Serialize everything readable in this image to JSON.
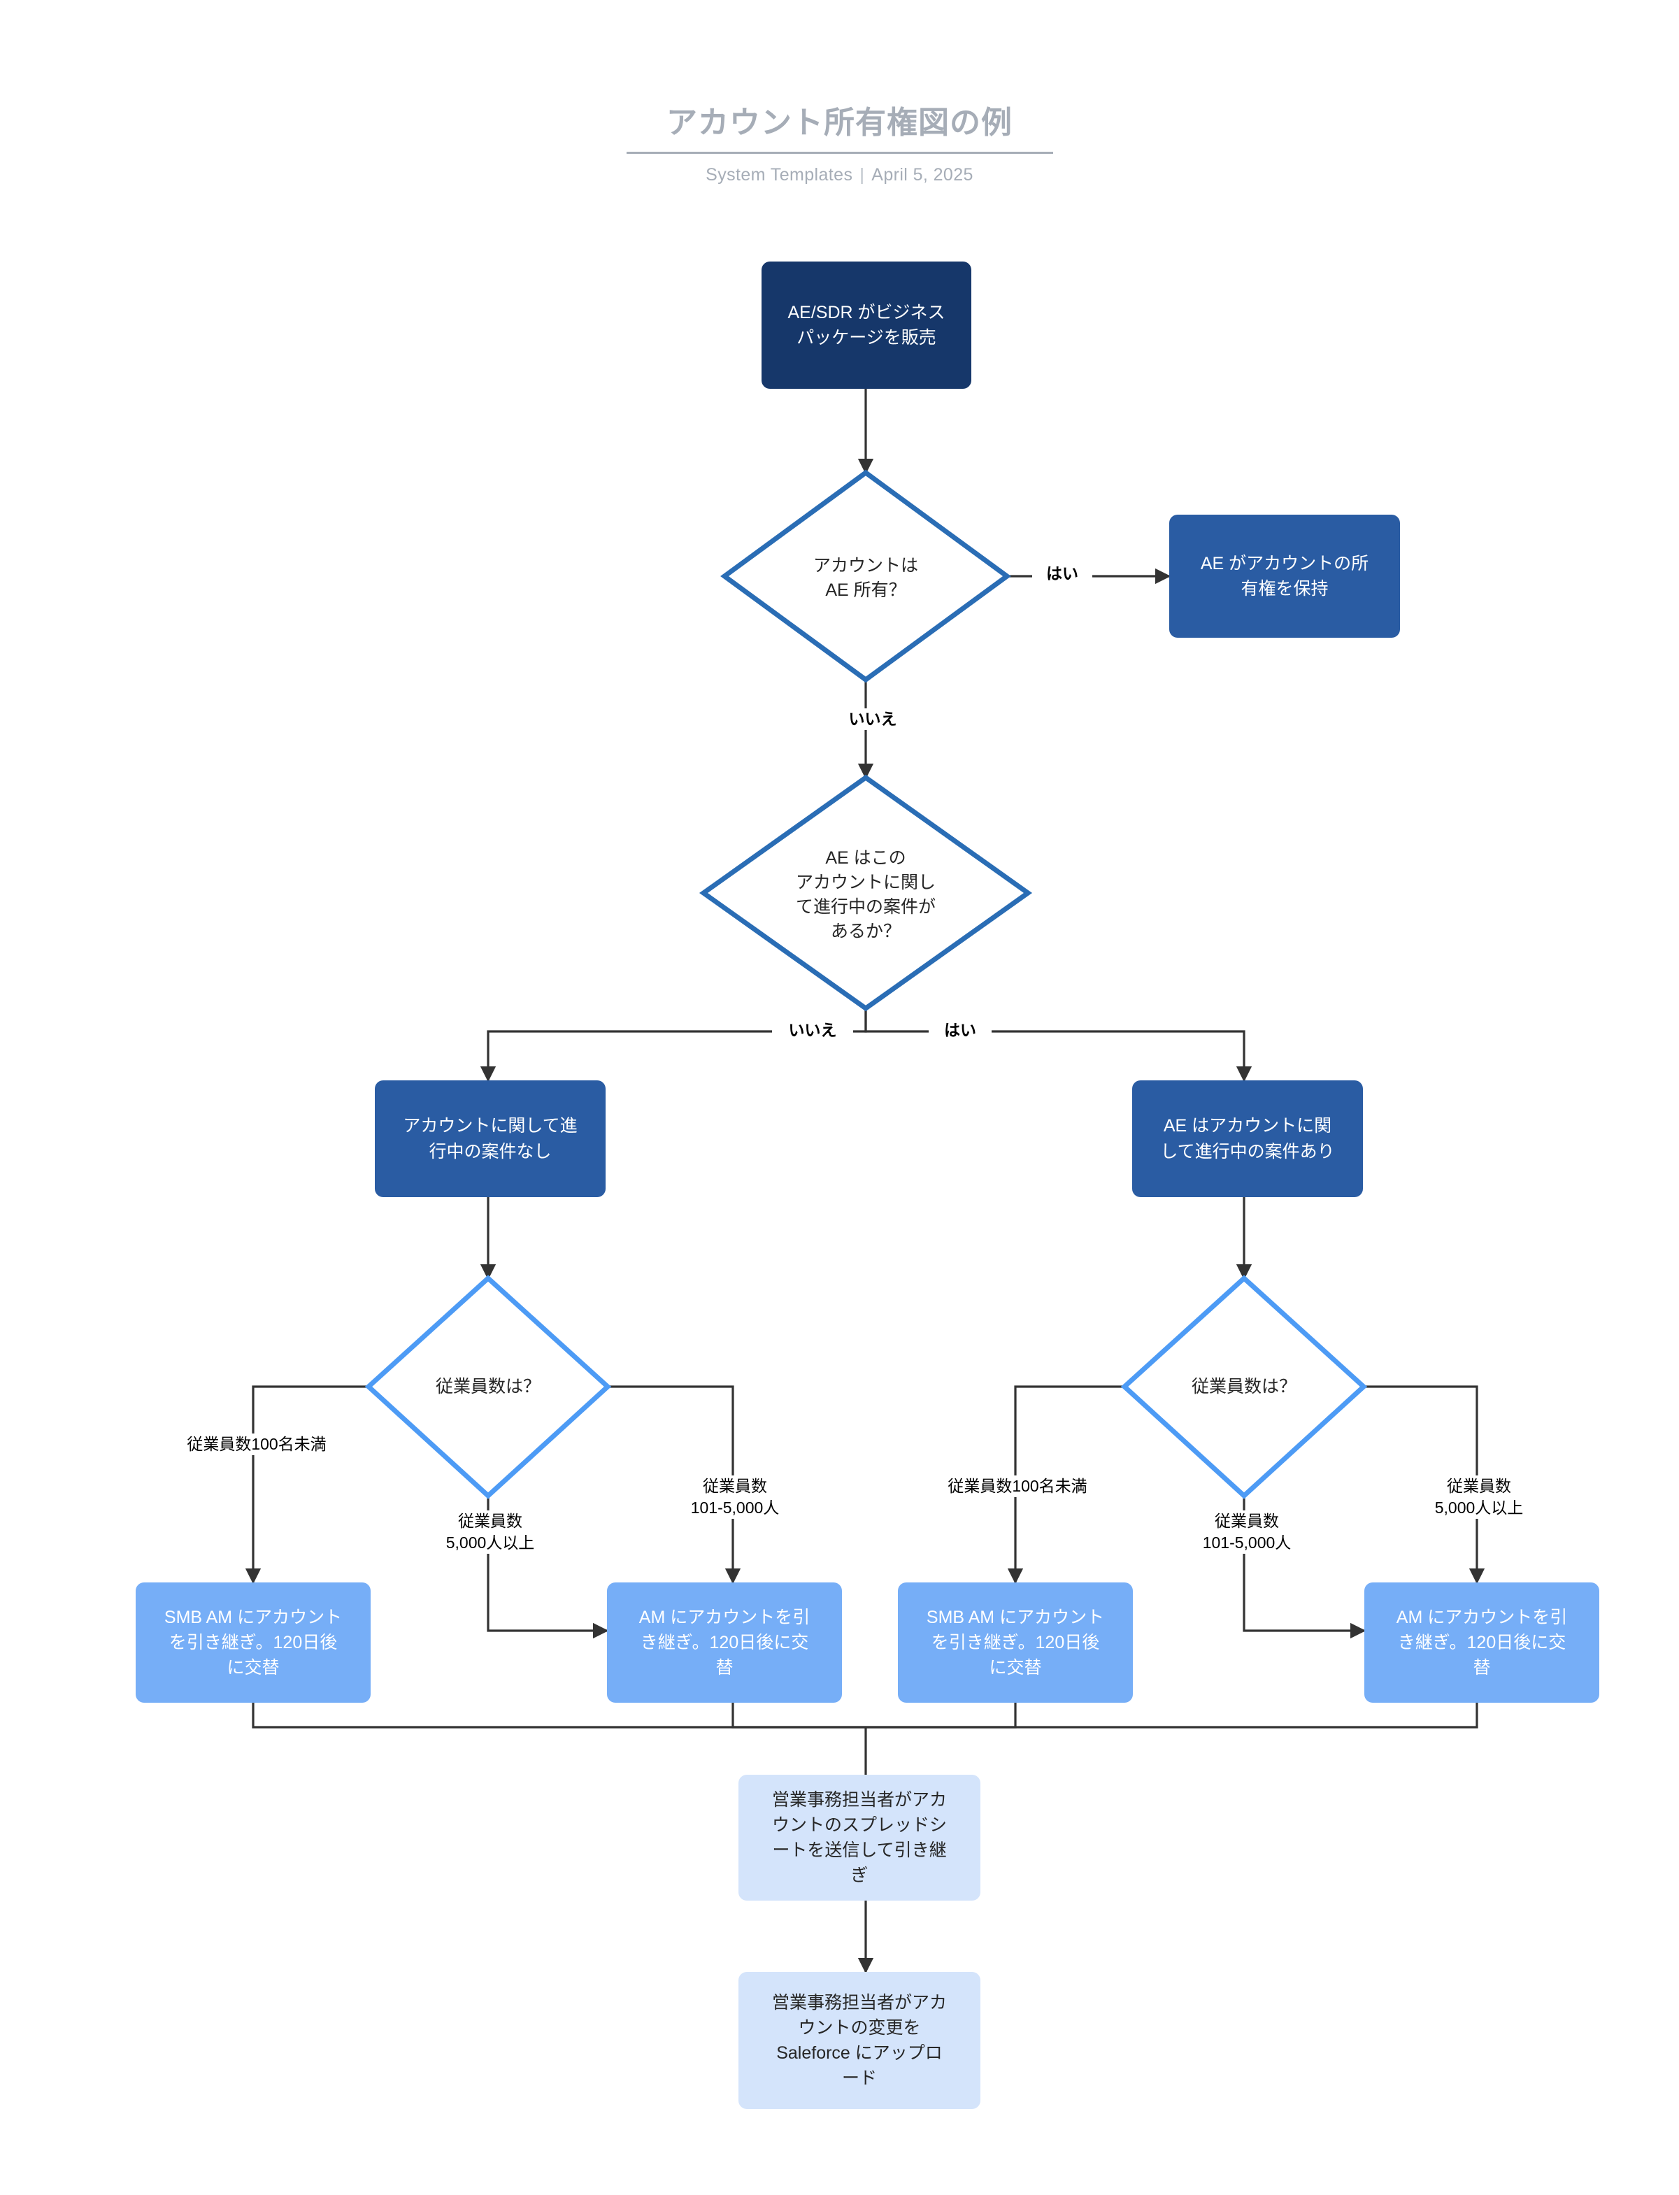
{
  "header": {
    "title": "アカウント所有権図の例",
    "subtitle_left": "System Templates",
    "subtitle_separator": "|",
    "subtitle_right": "April 5, 2025"
  },
  "colors": {
    "navy": "#16376a",
    "blue": "#2a5ca3",
    "light_blue": "#76aef7",
    "pale_blue": "#d4e4fb",
    "diamond_stroke_dark": "#2a6db5",
    "diamond_stroke_light": "#4d9bf5",
    "connector": "#333333",
    "header_gray": "#a6adb7"
  },
  "chart_data": {
    "type": "diagram",
    "title": "アカウント所有権図の例",
    "nodes": [
      {
        "id": "n1",
        "shape": "process",
        "fill": "navy",
        "text": "AE/SDR がビジネス\nパッケージを販売"
      },
      {
        "id": "d1",
        "shape": "decision",
        "stroke": "dark",
        "text": "アカウントは\nAE 所有？"
      },
      {
        "id": "n2",
        "shape": "process",
        "fill": "blue",
        "text": "AE がアカウントの所\n有権を保持"
      },
      {
        "id": "d2",
        "shape": "decision",
        "stroke": "dark",
        "text": "AE はこの\nアカウントに関し\nて進行中の案件が\nあるか？"
      },
      {
        "id": "n3",
        "shape": "process",
        "fill": "blue",
        "text": "アカウントに関して進\n行中の案件なし"
      },
      {
        "id": "n4",
        "shape": "process",
        "fill": "blue",
        "text": "AE はアカウントに関\nして進行中の案件あり"
      },
      {
        "id": "d3",
        "shape": "decision",
        "stroke": "light",
        "text": "従業員数は？"
      },
      {
        "id": "d4",
        "shape": "decision",
        "stroke": "light",
        "text": "従業員数は？"
      },
      {
        "id": "n5",
        "shape": "process",
        "fill": "light_blue",
        "text": "SMB AM にアカウント\nを引き継ぎ。120日後\nに交替"
      },
      {
        "id": "n6",
        "shape": "process",
        "fill": "light_blue",
        "text": "AM にアカウントを引\nき継ぎ。120日後に交\n替"
      },
      {
        "id": "n7",
        "shape": "process",
        "fill": "light_blue",
        "text": "SMB AM にアカウント\nを引き継ぎ。120日後\nに交替"
      },
      {
        "id": "n8",
        "shape": "process",
        "fill": "light_blue",
        "text": "AM にアカウントを引\nき継ぎ。120日後に交\n替"
      },
      {
        "id": "n9",
        "shape": "process",
        "fill": "pale_blue",
        "text": "営業事務担当者がアカ\nウントのスプレッドシ\nートを送信して引き継\nぎ"
      },
      {
        "id": "n10",
        "shape": "process",
        "fill": "pale_blue",
        "text": "営業事務担当者がアカ\nウントの変更を\nSaleforce にアップロ\nード"
      }
    ],
    "edges": [
      {
        "from": "n1",
        "to": "d1",
        "label": ""
      },
      {
        "from": "d1",
        "to": "n2",
        "label": "はい"
      },
      {
        "from": "d1",
        "to": "d2",
        "label": "いいえ"
      },
      {
        "from": "d2",
        "to": "n3",
        "label": "いいえ"
      },
      {
        "from": "d2",
        "to": "n4",
        "label": "はい"
      },
      {
        "from": "n3",
        "to": "d3",
        "label": ""
      },
      {
        "from": "n4",
        "to": "d4",
        "label": ""
      },
      {
        "from": "d3",
        "to": "n5",
        "label": "従業員数100名未満"
      },
      {
        "from": "d3",
        "to": "n6",
        "label": "従業員数\n5,000人以上"
      },
      {
        "from": "d3",
        "to": "n6",
        "label": "従業員数\n101-5,000人"
      },
      {
        "from": "d4",
        "to": "n7",
        "label": "従業員数100名未満"
      },
      {
        "from": "d4",
        "to": "n8",
        "label": "従業員数\n101-5,000人"
      },
      {
        "from": "d4",
        "to": "n8",
        "label": "従業員数\n5,000人以上"
      },
      {
        "from": "n5",
        "to": "n9",
        "label": ""
      },
      {
        "from": "n6",
        "to": "n9",
        "label": ""
      },
      {
        "from": "n7",
        "to": "n9",
        "label": ""
      },
      {
        "from": "n8",
        "to": "n9",
        "label": ""
      },
      {
        "from": "n9",
        "to": "n10",
        "label": ""
      }
    ]
  },
  "nodes": {
    "n1": {
      "text": "AE/SDR がビジネス\nパッケージを販売"
    },
    "d1": {
      "text": "アカウントは\nAE 所有？"
    },
    "n2": {
      "text": "AE がアカウントの所\n有権を保持"
    },
    "d2": {
      "text": "AE はこの\nアカウントに関し\nて進行中の案件が\nあるか？"
    },
    "n3": {
      "text": "アカウントに関して進\n行中の案件なし"
    },
    "n4": {
      "text": "AE はアカウントに関\nして進行中の案件あり"
    },
    "d3": {
      "text": "従業員数は？"
    },
    "d4": {
      "text": "従業員数は？"
    },
    "n5": {
      "text": "SMB AM にアカウント\nを引き継ぎ。120日後\nに交替"
    },
    "n6": {
      "text": "AM にアカウントを引\nき継ぎ。120日後に交\n替"
    },
    "n7": {
      "text": "SMB AM にアカウント\nを引き継ぎ。120日後\nに交替"
    },
    "n8": {
      "text": "AM にアカウントを引\nき継ぎ。120日後に交\n替"
    },
    "n9": {
      "text": "営業事務担当者がアカ\nウントのスプレッドシ\nートを送信して引き継\nぎ"
    },
    "n10": {
      "text": "営業事務担当者がアカ\nウントの変更を\nSaleforce にアップロ\nード"
    }
  },
  "edge_labels": {
    "d1_yes": "はい",
    "d1_no": "いいえ",
    "d2_no": "いいえ",
    "d2_yes": "はい",
    "d3_left": "従業員数100名未満",
    "d3_bottom": "従業員数\n5,000人以上",
    "d3_right": "従業員数\n101-5,000人",
    "d4_left": "従業員数100名未満",
    "d4_bottom": "従業員数\n101-5,000人",
    "d4_right": "従業員数\n5,000人以上"
  }
}
